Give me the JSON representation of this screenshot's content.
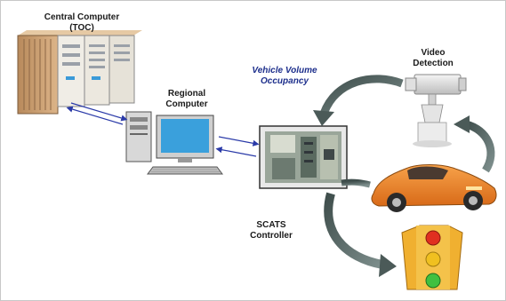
{
  "labels": {
    "central_computer": "Central Computer (TOC)",
    "regional_computer": "Regional Computer",
    "vehicle_volume": "Vehicle Volume Occupancy",
    "video_detection": "Video Detection",
    "scats_controller": "SCATS Controller"
  },
  "colors": {
    "server_cabinet": "#c89a6a",
    "monitor_screen": "#3aa0dc",
    "link_arrows": "#2a3aa8",
    "flow_arrows": "#5a6b6a",
    "car_body": "#f08a2a",
    "signal_housing": "#f0b030",
    "signal_red": "#e03020",
    "signal_amber": "#f0c020",
    "signal_green": "#40c040",
    "vehicle_volume_text": "#1d2f8c"
  }
}
